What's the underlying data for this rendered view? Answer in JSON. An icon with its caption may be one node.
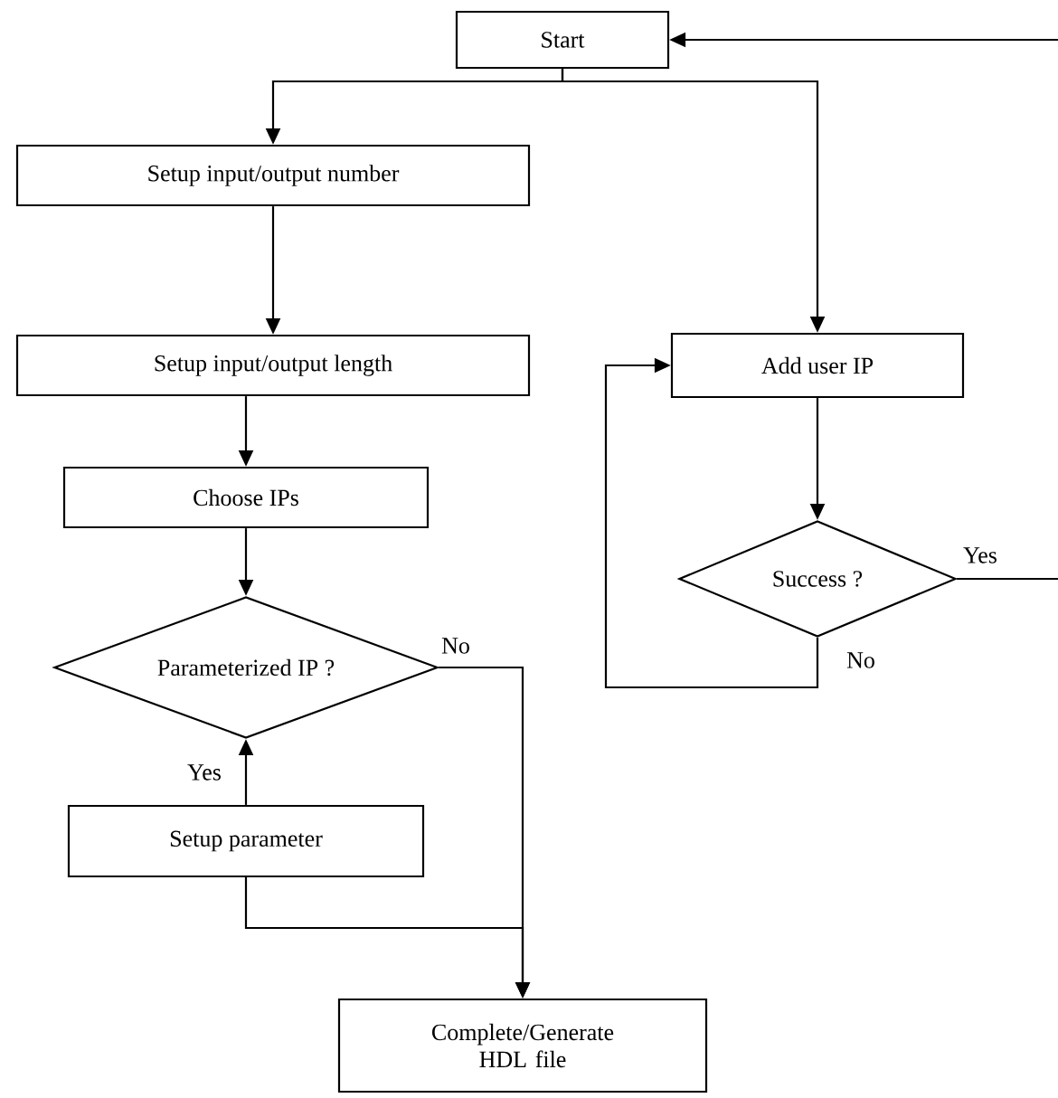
{
  "diagram": {
    "nodes": [
      {
        "text": [
          "Start"
        ]
      },
      {
        "text": [
          "Setup input/output number"
        ]
      },
      {
        "text": [
          "Setup input/output length"
        ]
      },
      {
        "text": [
          "Choose IPs"
        ]
      },
      {
        "text": [
          "Parameterized IP ?"
        ]
      },
      {
        "text": [
          "Setup parameter"
        ]
      },
      {
        "text": [
          "Complete/Generate HDL file"
        ]
      },
      {
        "text": [
          "Add user IP"
        ]
      },
      {
        "text": [
          "Success ?"
        ]
      }
    ],
    "edges": [
      {
        "from": 0,
        "to": 1,
        "arrow": "to"
      },
      {
        "from": 0,
        "to": 7,
        "arrow": "to"
      },
      {
        "from": 1,
        "to": 2,
        "arrow": "to"
      },
      {
        "from": 2,
        "to": 3,
        "arrow": "to"
      },
      {
        "from": 3,
        "to": 4,
        "arrow": "to"
      },
      {
        "from": 4,
        "to": 6,
        "arrow": "to",
        "label": "No"
      },
      {
        "from": 5,
        "to": 4,
        "arrow": "to",
        "label": "Yes"
      },
      {
        "from": 5,
        "to": 6,
        "arrow": "to"
      },
      {
        "from": 7,
        "to": 8,
        "arrow": "to"
      },
      {
        "from": 8,
        "to": 7,
        "arrow": "to",
        "label": "No"
      },
      {
        "from": 8,
        "to": null,
        "arrow": "none",
        "label": "Yes"
      },
      {
        "from": null,
        "to": 0,
        "arrow": "to"
      }
    ]
  }
}
